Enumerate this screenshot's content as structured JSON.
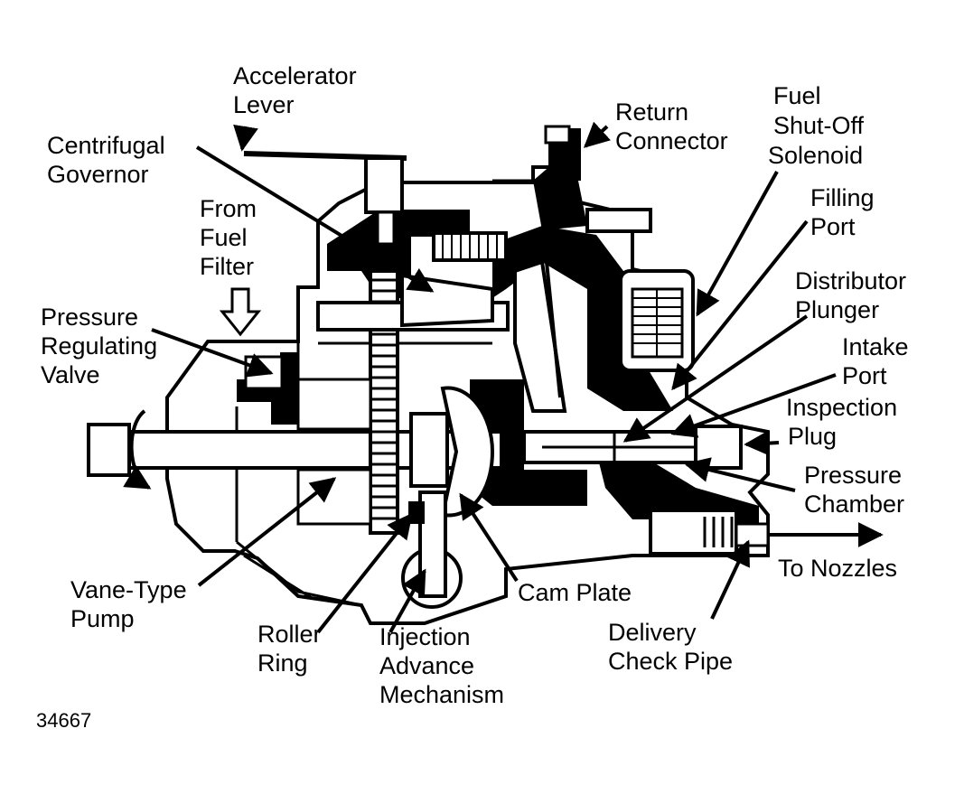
{
  "figure_id": "34667",
  "labels": {
    "accelerator_lever": [
      "Accelerator",
      "Lever"
    ],
    "return_connector": [
      "Return",
      "Connector"
    ],
    "fuel_shutoff_solenoid": [
      "Fuel",
      "Shut-Off",
      "Solenoid"
    ],
    "centrifugal_governor": [
      "Centrifugal",
      "Governor"
    ],
    "filling_port": [
      "Filling",
      "Port"
    ],
    "from_fuel_filter": [
      "From",
      "Fuel",
      "Filter"
    ],
    "distributor_plunger": [
      "Distributor",
      "Plunger"
    ],
    "pressure_regulating_valve": [
      "Pressure",
      "Regulating",
      "Valve"
    ],
    "intake_port": [
      "Intake",
      "Port"
    ],
    "inspection_plug": [
      "Inspection",
      "Plug"
    ],
    "pressure_chamber": [
      "Pressure",
      "Chamber"
    ],
    "to_nozzles": "To Nozzles",
    "vane_type_pump": [
      "Vane-Type",
      "Pump"
    ],
    "cam_plate": "Cam Plate",
    "roller_ring": [
      "Roller",
      "Ring"
    ],
    "injection_advance_mechanism": [
      "Injection",
      "Advance",
      "Mechanism"
    ],
    "delivery_check_pipe": [
      "Delivery",
      "Check Pipe"
    ]
  }
}
